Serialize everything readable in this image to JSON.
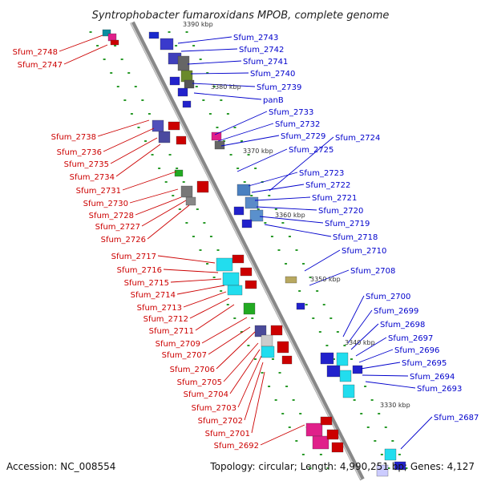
{
  "title": "Syntrophobacter fumaroxidans MPOB, complete genome",
  "footer": {
    "accession": "Accession: NC_008554",
    "topology": "Topology: circular; Length: 4,990,251 bp; Genes: 4,127"
  },
  "ticks": [
    "3390 kbp",
    "3380 kbp",
    "3370 kbp",
    "3360 kbp",
    "3350 kbp",
    "3340 kbp",
    "3330 kbp"
  ],
  "left_labels": [
    "Sfum_2748",
    "Sfum_2747",
    "Sfum_2738",
    "Sfum_2736",
    "Sfum_2735",
    "Sfum_2734",
    "Sfum_2731",
    "Sfum_2730",
    "Sfum_2728",
    "Sfum_2727",
    "Sfum_2726",
    "Sfum_2717",
    "Sfum_2716",
    "Sfum_2715",
    "Sfum_2714",
    "Sfum_2713",
    "Sfum_2712",
    "Sfum_2711",
    "Sfum_2709",
    "Sfum_2707",
    "Sfum_2706",
    "Sfum_2705",
    "Sfum_2704",
    "Sfum_2703",
    "Sfum_2702",
    "Sfum_2701",
    "Sfum_2692"
  ],
  "right_labels": [
    "Sfum_2743",
    "Sfum_2742",
    "Sfum_2741",
    "Sfum_2740",
    "Sfum_2739",
    "panB",
    "Sfum_2733",
    "Sfum_2732",
    "Sfum_2729",
    "Sfum_2725",
    "Sfum_2724",
    "Sfum_2723",
    "Sfum_2722",
    "Sfum_2721",
    "Sfum_2720",
    "Sfum_2719",
    "Sfum_2718",
    "Sfum_2710",
    "Sfum_2708",
    "Sfum_2700",
    "Sfum_2699",
    "Sfum_2698",
    "Sfum_2697",
    "Sfum_2696",
    "Sfum_2695",
    "Sfum_2694",
    "Sfum_2693",
    "Sfum_2687"
  ],
  "colors": {
    "forward": "#cc0000",
    "reverse": "#0000cc",
    "backbone": "#999999",
    "dots": "#33aa33"
  }
}
